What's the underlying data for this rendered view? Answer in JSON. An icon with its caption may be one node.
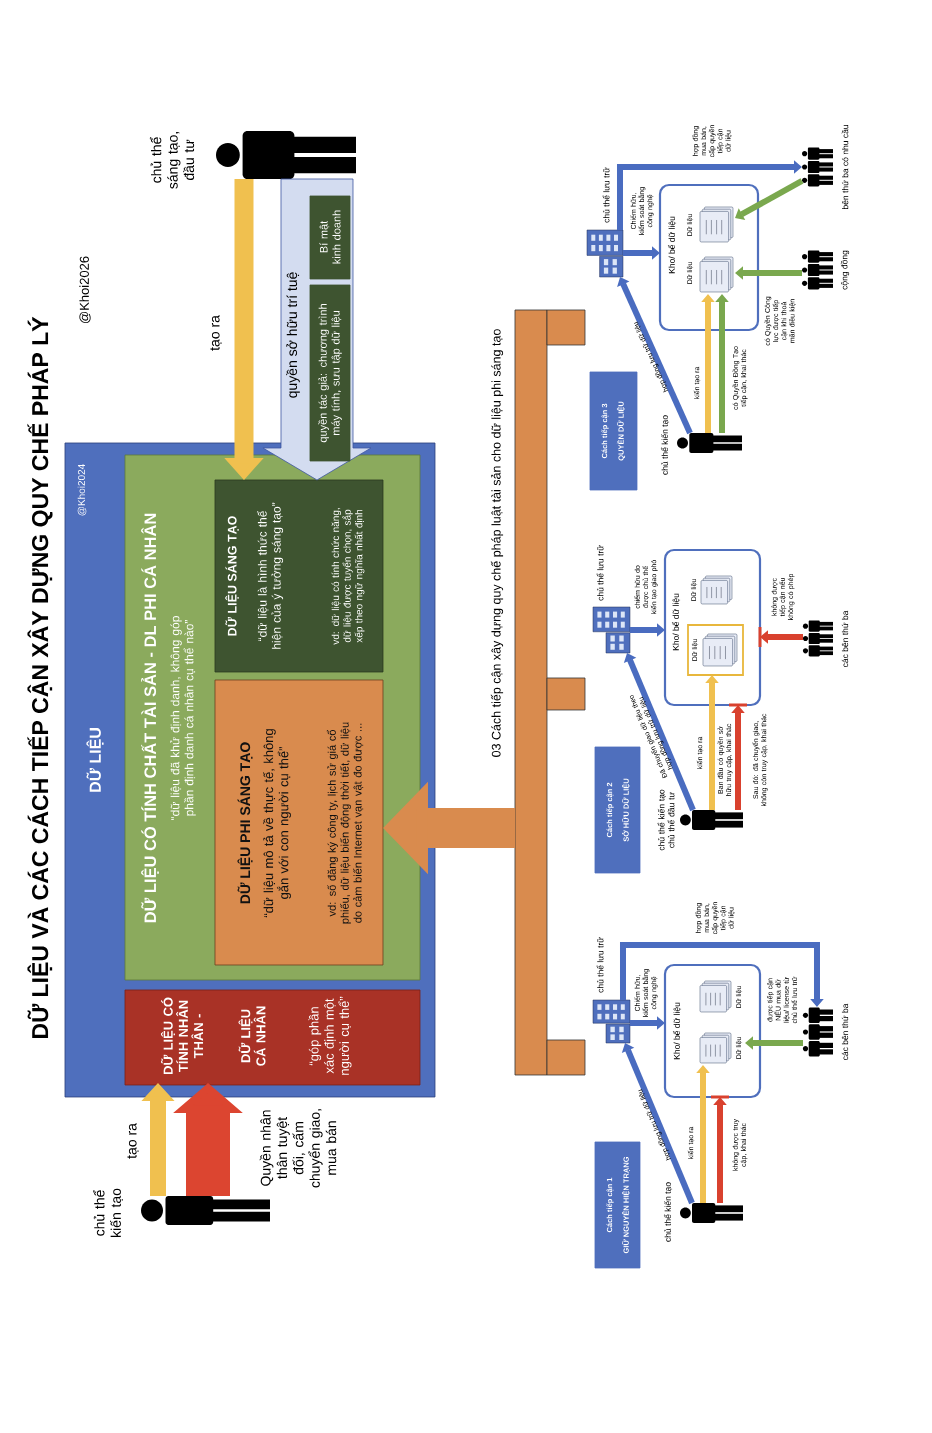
{
  "diagram": {
    "title": "DỮ LIỆU VÀ CÁC CÁCH TIẾP CẬN XÂY DỰNG QUY CHẾ PHÁP LÝ",
    "nodes": [
      {
        "text": [
          "DỮ LIỆU"
        ]
      },
      {
        "text": [
          "DỮ LIỆU CÓ TÍNH CHẤT TÀI SẢN - DL PHI CÁ NHÂN",
          "“dữ liệu đã khử định danh, không góp phần định danh cá nhân cụ thể nào”"
        ],
        "in": 0
      },
      {
        "text": [
          "DỮ LIỆU SÁNG TẠO",
          "“dữ liệu là hình thức thể hiện của ý tưởng sáng tạo”",
          "vd: dữ liệu có tính chức năng, dữ liệu được tuyển chọn, sắp xếp theo ngữ nghĩa nhất định"
        ],
        "in": 1
      },
      {
        "text": [
          "DỮ LIỆU PHI SÁNG TẠO",
          "“dữ liệu mô tả về thực tế, không gắn với con người cụ thể”",
          "vd: số đăng ký công ty, lịch sử giá cổ phiếu, dữ liệu biến động thời tiết, dữ liệu do cảm biến Internet vạn vật đo được ..."
        ],
        "in": 1
      },
      {
        "text": [
          "DỮ LIỆU CÓ TÍNH NHÂN THÂN -",
          "DỮ LIỆU CÁ NHÂN",
          "“góp phần xác định một người cụ thể”"
        ],
        "in": 0
      },
      {
        "text": [
          "chủ thể kiến tạo"
        ]
      },
      {
        "text": [
          "chủ thể sáng tạo, đầu tư"
        ]
      },
      {
        "text": [
          "quyền sở hữu trí tuệ"
        ]
      },
      {
        "text": [
          "quyền tác giả: chương trình máy tính, sưu tập dữ liệu"
        ],
        "in": 7
      },
      {
        "text": [
          "Bí mật kinh doanh"
        ],
        "in": 7
      },
      {
        "text": [
          "03 Cách tiếp cận xây dựng quy chế pháp luật tài sản cho dữ liệu phi sáng tạo"
        ]
      },
      {
        "text": [
          "Cách tiếp cận 1",
          "GIỮ NGUYÊN HIỆN TRẠNG"
        ]
      },
      {
        "text": [
          "chủ thể kiến tạo"
        ]
      },
      {
        "text": [
          "chủ thể lưu trữ"
        ]
      },
      {
        "text": [
          "Kho/ bể dữ liệu"
        ]
      },
      {
        "text": [
          "Dữ liệu"
        ],
        "in": 14
      },
      {
        "text": [
          "Dữ liệu"
        ],
        "in": 14
      },
      {
        "text": [
          "các bên thứ ba"
        ]
      },
      {
        "text": [
          "Cách tiếp cận 2",
          "SỞ HỮU DỮ LIỆU"
        ]
      },
      {
        "text": [
          "chủ thể kiến tạo chủ thể đầu tư"
        ]
      },
      {
        "text": [
          "chủ thể lưu trữ"
        ]
      },
      {
        "text": [
          "Kho/ bể dữ liệu"
        ]
      },
      {
        "text": [
          "Dữ liệu"
        ],
        "in": 21
      },
      {
        "text": [
          "Dữ liệu"
        ],
        "in": 21
      },
      {
        "text": [
          "các bên thứ ba"
        ]
      },
      {
        "text": [
          "Cách tiếp cận 3",
          "QUYỀN DỮ LIỆU"
        ]
      },
      {
        "text": [
          "chủ thể kiến tạo"
        ]
      },
      {
        "text": [
          "chủ thể lưu trữ"
        ]
      },
      {
        "text": [
          "Kho/ bể dữ liệu"
        ]
      },
      {
        "text": [
          "Dữ liệu"
        ],
        "in": 28
      },
      {
        "text": [
          "Dữ liệu"
        ],
        "in": 28
      },
      {
        "text": [
          "bên thứ ba có nhu cầu"
        ]
      },
      {
        "text": [
          "cộng đồng"
        ]
      }
    ],
    "edges": [
      {
        "from": 5,
        "to": 4,
        "arrow": "to",
        "label": "tạo ra",
        "style": "thick",
        "color": "#f0c04f"
      },
      {
        "from": 5,
        "to": 4,
        "arrow": "to",
        "label": "Quyền nhân thân tuyệt đối, cấm chuyển giao, mua bán",
        "style": "thick",
        "color": "#dc4530"
      },
      {
        "from": 6,
        "to": 2,
        "arrow": "to",
        "label": "tạo ra",
        "style": "thick",
        "color": "#f0c04f"
      },
      {
        "from": 10,
        "to": 3,
        "arrow": "to",
        "style": "thick",
        "color": "#d98b4e"
      },
      {
        "from": 12,
        "to": 13,
        "arrow": "to",
        "label": "hợp đồng lưu trữ dữ liệu"
      },
      {
        "from": 13,
        "to": 14,
        "arrow": "to",
        "label": "Chiếm hữu, kiểm soát bằng công nghệ"
      },
      {
        "from": 13,
        "to": 17,
        "arrow": "to",
        "label": "hợp đồng mua bán, cấp quyền tiếp cận dữ liệu"
      },
      {
        "from": 12,
        "to": 15,
        "arrow": "to",
        "label": "kiến tạo ra",
        "color": "#f0c04f"
      },
      {
        "from": 12,
        "to": 14,
        "arrow": "to",
        "label": "không được truy cập, khai thác",
        "color": "#d9412e"
      },
      {
        "from": 17,
        "to": 15,
        "arrow": "to",
        "label": "được tiếp cận NẾU mua dữ liệu/ license từ chủ thể lưu trữ",
        "color": "#7aa84e"
      },
      {
        "from": 19,
        "to": 20,
        "arrow": "to",
        "label": "Đã chuyển giao dữ liệu theo hợp đồng lưu trữ dữ liệu"
      },
      {
        "from": 20,
        "to": 21,
        "arrow": "to",
        "label": "chiếm hữu do được chủ thể kiến tạo giao phó"
      },
      {
        "from": 19,
        "to": 22,
        "arrow": "to",
        "label": "kiến tạo ra",
        "color": "#f0c04f"
      },
      {
        "from": 19,
        "to": 21,
        "arrow": "to",
        "label": "Sau đó: đã chuyển giao, không còn truy cập, khai thác",
        "color": "#d9412e"
      },
      {
        "from": 24,
        "to": 21,
        "arrow": "to",
        "label": "không được tiếp cận nếu không có phép",
        "color": "#d9412e"
      },
      {
        "from": 26,
        "to": 27,
        "arrow": "to",
        "label": "hợp đồng lưu trữ dữ liệu"
      },
      {
        "from": 27,
        "to": 28,
        "arrow": "to",
        "label": "Chiếm hữu, kiểm soát bằng công nghệ"
      },
      {
        "from": 27,
        "to": 31,
        "arrow": "to",
        "label": "hợp đồng mua bán, cấp quyền tiếp cận dữ liệu"
      },
      {
        "from": 26,
        "to": 29,
        "arrow": "to",
        "label": "kiến tạo ra",
        "color": "#f0c04f"
      },
      {
        "from": 26,
        "to": 29,
        "arrow": "to",
        "label": "có Quyền Đồng Tạo tiếp cận, khai thác",
        "color": "#7aa84e"
      },
      {
        "from": 31,
        "to": 30,
        "arrow": "to",
        "color": "#7aa84e"
      },
      {
        "from": 32,
        "to": 29,
        "arrow": "to",
        "label": "có Quyền Công lực được tiếp cận khi thoả mãn điều kiện",
        "color": "#7aa84e"
      },
      {
        "from": 6,
        "to": 2,
        "arrow": "to",
        "style": "thick",
        "color": "#d3dcf0"
      }
    ],
    "labels": [
      "@Khoi2026",
      "@Khoi2024",
      "Ban đầu có quyền sở hữu truy cập, khai thác"
    ]
  }
}
